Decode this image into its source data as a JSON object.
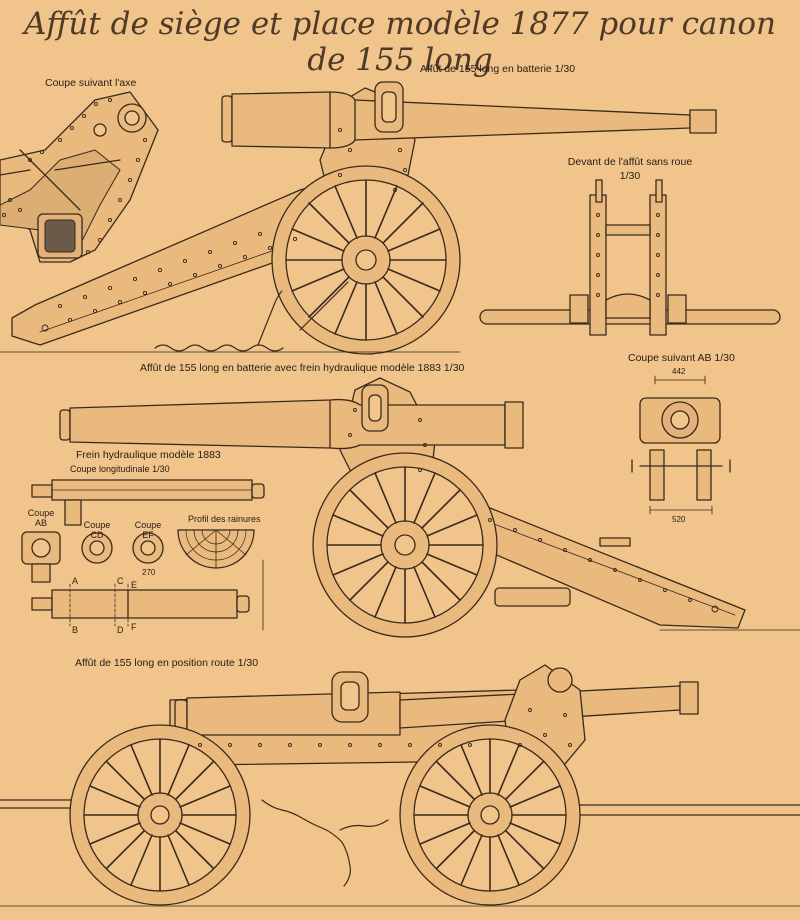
{
  "title": "Affût de siège et place modèle 1877 pour canon de 155 long",
  "labels": {
    "coupe_axe": "Coupe suivant l'axe",
    "batterie": "Affût de 155 long en batterie 1/30",
    "devant_line1": "Devant de l'affût sans roue",
    "devant_line2": "1/30",
    "coupe_ab_top": "Coupe suivant AB 1/30",
    "dim_442": "442",
    "dim_520": "520",
    "batterie_frein": "Affût de 155 long en batterie avec frein hydraulique modèle 1883   1/30",
    "frein_title": "Frein hydraulique modèle 1883",
    "coupe_long": "Coupe  longitudinale 1/30",
    "coupe": "Coupe",
    "ab": "AB",
    "cd": "CD",
    "ef": "EF",
    "profil": "Profil des rainures",
    "dim_270": "270",
    "A": "A",
    "B": "B",
    "C": "C",
    "D": "D",
    "E": "E",
    "F": "F",
    "route": "Affût de 155 long en position route 1/30"
  },
  "colors": {
    "background": "#f0c48a",
    "ink": "#3a2a1c",
    "title": "#4e3a28"
  }
}
